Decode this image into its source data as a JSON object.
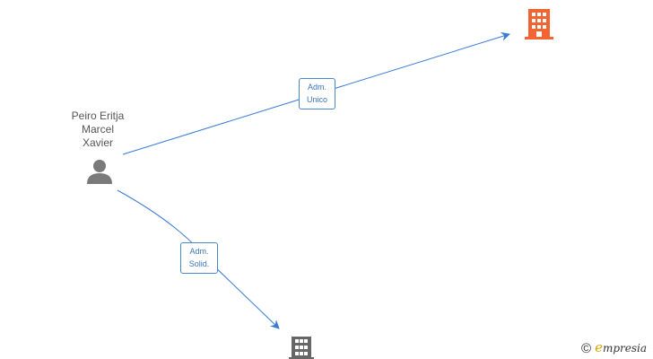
{
  "person": {
    "name_lines": [
      "Peiro Eritja",
      "Marcel",
      "Xavier"
    ],
    "icon": "person-icon"
  },
  "companies": [
    {
      "icon": "building-icon",
      "color": "#f26532"
    },
    {
      "icon": "building-icon",
      "color": "#666666"
    }
  ],
  "edges": [
    {
      "label_lines": [
        "Adm.",
        "Unico"
      ],
      "color": "#3a7bd5"
    },
    {
      "label_lines": [
        "Adm.",
        "Solid."
      ],
      "color": "#3a7bd5"
    }
  ],
  "brand": {
    "copyright_symbol": "©",
    "initial": "e",
    "rest": "mpresia"
  }
}
